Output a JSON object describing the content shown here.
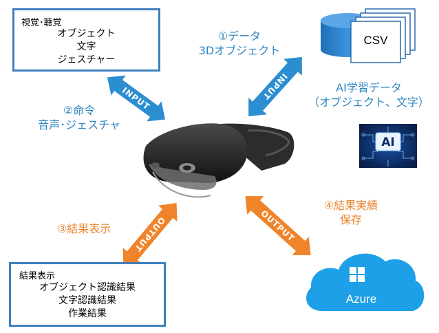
{
  "input_box": {
    "heading": "視覚･聴覚",
    "lines": [
      "オブジェクト",
      "文字",
      "ジェスチャー"
    ]
  },
  "output_box": {
    "heading": "結果表示",
    "lines": [
      "オブジェクト認識結果",
      "文字認識結果",
      "作業結果"
    ]
  },
  "labels": {
    "command_1": "②命令",
    "command_2": "音声･ジェスチャ",
    "data_1": "①データ",
    "data_2": "3Dオブジェクト",
    "ai_data_1": "AI学習データ",
    "ai_data_2": "（オブジェクト、文字）",
    "result_display": "③結果表示",
    "save_1": "④結果実績",
    "save_2": "保存"
  },
  "arrows": {
    "input_left": "INPUT",
    "input_right": "INPUT",
    "output_left": "OUTPUT",
    "output_right": "OUTPUT"
  },
  "csv": {
    "label": "CSV"
  },
  "ai_badge": {
    "label": "AI"
  },
  "azure": {
    "label": "Azure"
  },
  "colors": {
    "input_arrow": "#2b8ed0",
    "output_arrow": "#f0842a",
    "box_border": "#3f7fbf",
    "azure_cloud": "#1ea0e8",
    "database": "#2a7fc9"
  }
}
